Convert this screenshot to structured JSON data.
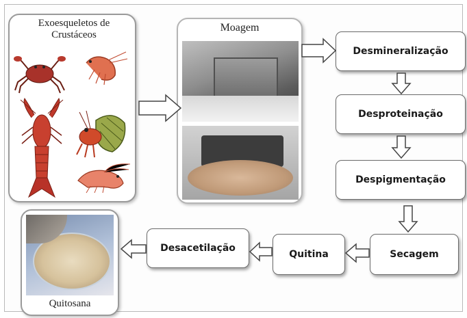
{
  "crustaceans_label": "Exoesqueletos de Crustáceos",
  "grinding_label": "Moagem",
  "chitosan_label": "Quitosana",
  "steps": {
    "demineralization": "Desmineralização",
    "deproteinization": "Desproteinação",
    "depigmentation": "Despigmentação",
    "drying": "Secagem",
    "chitin": "Quitina",
    "deacetylation": "Desacetilação"
  },
  "icons": [
    "crab-icon",
    "prawn-icon",
    "lobster-icon",
    "hermit-crab-icon",
    "shrimp-icon"
  ]
}
